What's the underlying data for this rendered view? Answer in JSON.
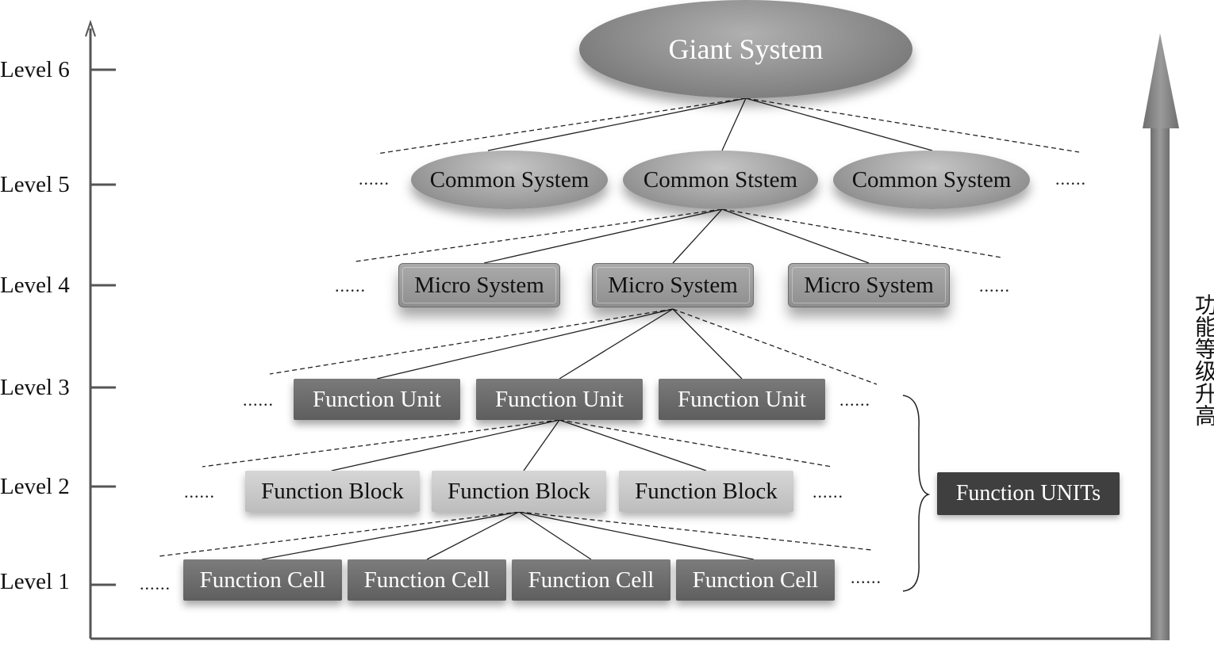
{
  "levels": [
    "Level 6",
    "Level 5",
    "Level 4",
    "Level 3",
    "Level 2",
    "Level 1"
  ],
  "giant": "Giant System",
  "level5": [
    "Common System",
    "Common Ststem",
    "Common System"
  ],
  "level4": [
    "Micro System",
    "Micro System",
    "Micro System"
  ],
  "level3": [
    "Function Unit",
    "Function Unit",
    "Function Unit"
  ],
  "level2": [
    "Function Block",
    "Function Block",
    "Function Block"
  ],
  "level1": [
    "Function Cell",
    "Function Cell",
    "Function Cell",
    "Function Cell"
  ],
  "ellipsis": "......",
  "function_units_label": "Function UNITs",
  "vertical_label": "功能等级升高",
  "colors": {
    "axis": "#555555",
    "arrow": "#7a7a7a",
    "units_box": "#3f3f3f"
  }
}
